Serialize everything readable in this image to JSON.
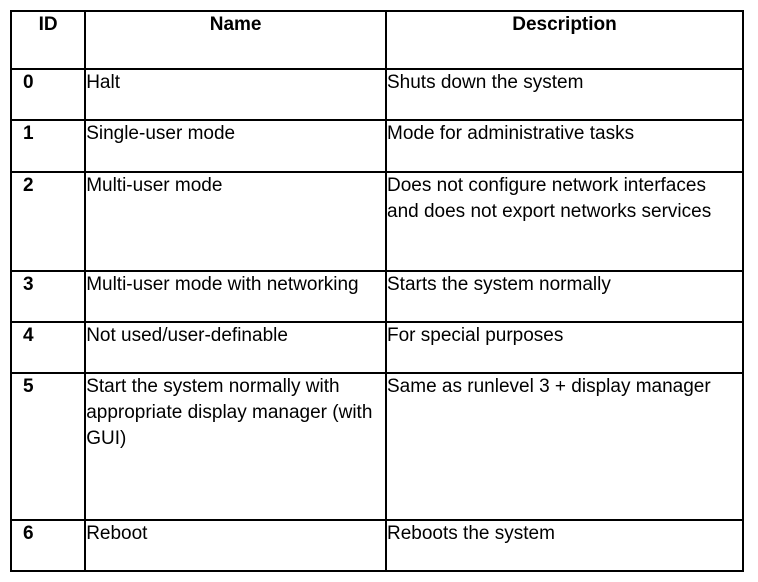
{
  "table": {
    "caption": "",
    "columns": [
      {
        "key": "id",
        "label": "ID"
      },
      {
        "key": "name",
        "label": "Name"
      },
      {
        "key": "desc",
        "label": "Description"
      }
    ],
    "rows": [
      {
        "id": "0",
        "name": "Halt",
        "desc": "Shuts down the system"
      },
      {
        "id": "1",
        "name": "Single-user mode",
        "desc": "Mode for administrative tasks"
      },
      {
        "id": "2",
        "name": "Multi-user mode",
        "desc": "Does not configure network interfaces and does not export networks services"
      },
      {
        "id": "3",
        "name": "Multi-user mode with networking",
        "desc": "Starts the system normally"
      },
      {
        "id": "4",
        "name": "Not used/user-definable",
        "desc": "For special purposes"
      },
      {
        "id": "5",
        "name": "Start the system normally with appropriate display manager (with GUI)",
        "desc": "Same as runlevel 3 + display manager"
      },
      {
        "id": "6",
        "name": "Reboot",
        "desc": "Reboots the system"
      }
    ]
  },
  "style": {
    "border_color": "#000000",
    "background_color": "#ffffff",
    "text_color": "#000000"
  }
}
